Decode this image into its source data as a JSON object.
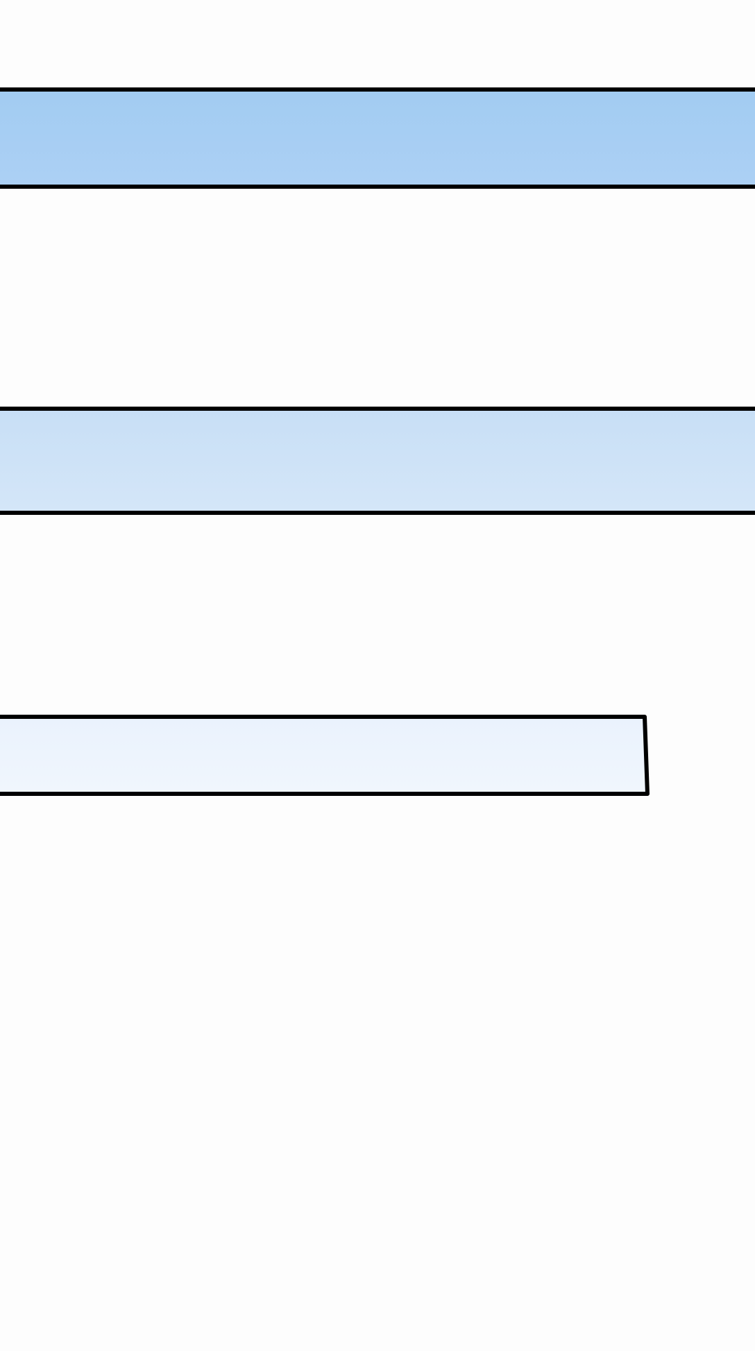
{
  "shapes": [
    {
      "id": "band-1",
      "fill": "#a6cdf3",
      "stroke": "#000000"
    },
    {
      "id": "band-2",
      "fill": "#cde2f7",
      "stroke": "#000000"
    },
    {
      "id": "band-3",
      "fill": "#edf4fd",
      "stroke": "#000000"
    }
  ]
}
